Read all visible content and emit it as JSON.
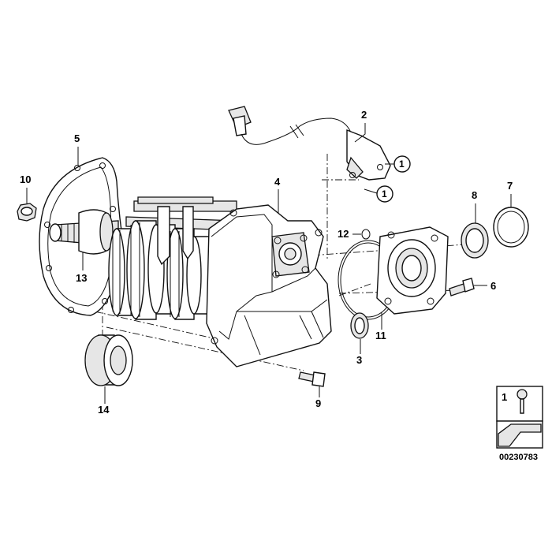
{
  "diagram": {
    "part_labels": [
      "2",
      "4",
      "5",
      "6",
      "7",
      "8",
      "9",
      "10",
      "11",
      "12",
      "13",
      "14",
      "3"
    ],
    "reference_callouts": [
      "1",
      "1"
    ],
    "legend": {
      "number": "1"
    },
    "drawing_id": "00230783"
  }
}
